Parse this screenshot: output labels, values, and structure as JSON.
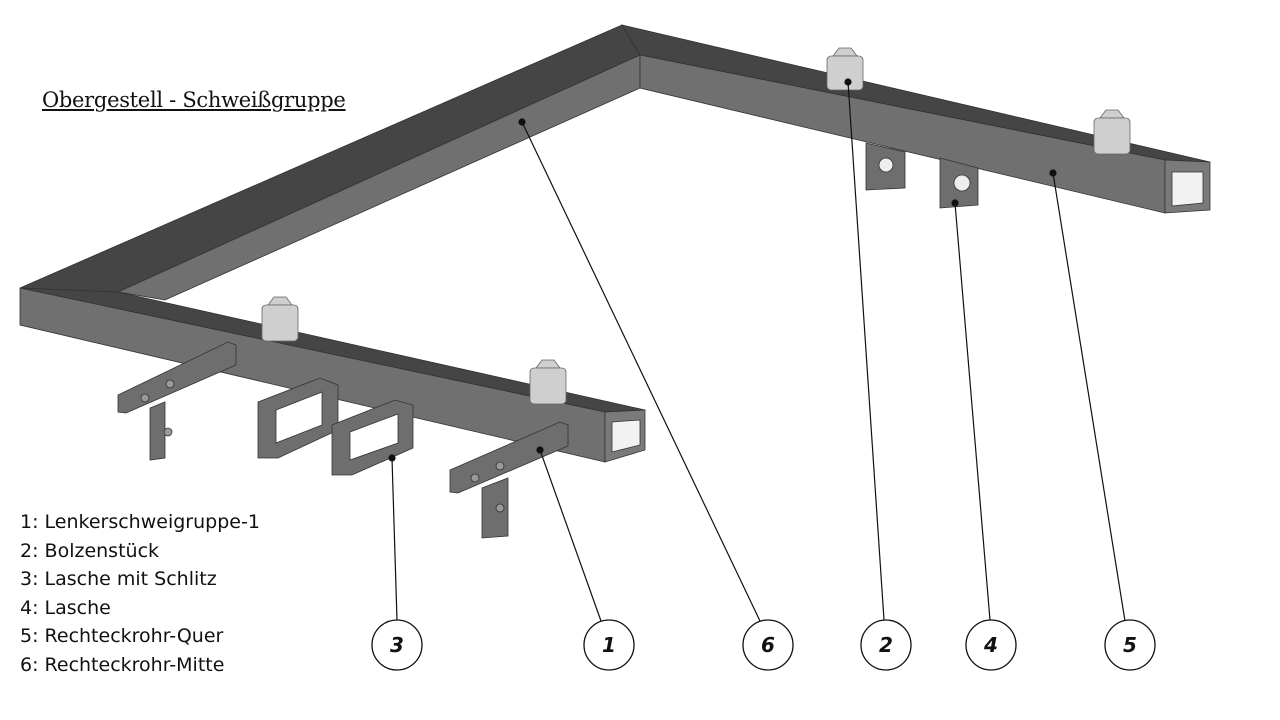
{
  "title": "Obergestell - Schweißgruppe",
  "legend": [
    "1: Lenkerschweigruppe-1",
    "2: Bolzenstück",
    "3: Lasche mit Schlitz",
    "4: Lasche",
    "5: Rechteckrohr-Quer",
    "6: Rechteckrohr-Mitte"
  ],
  "callouts": [
    "3",
    "1",
    "6",
    "2",
    "4",
    "5"
  ],
  "colors": {
    "top": "#454545",
    "face": "#6f6f6f",
    "bolt": "#cfcfcf",
    "line": "#111111"
  }
}
